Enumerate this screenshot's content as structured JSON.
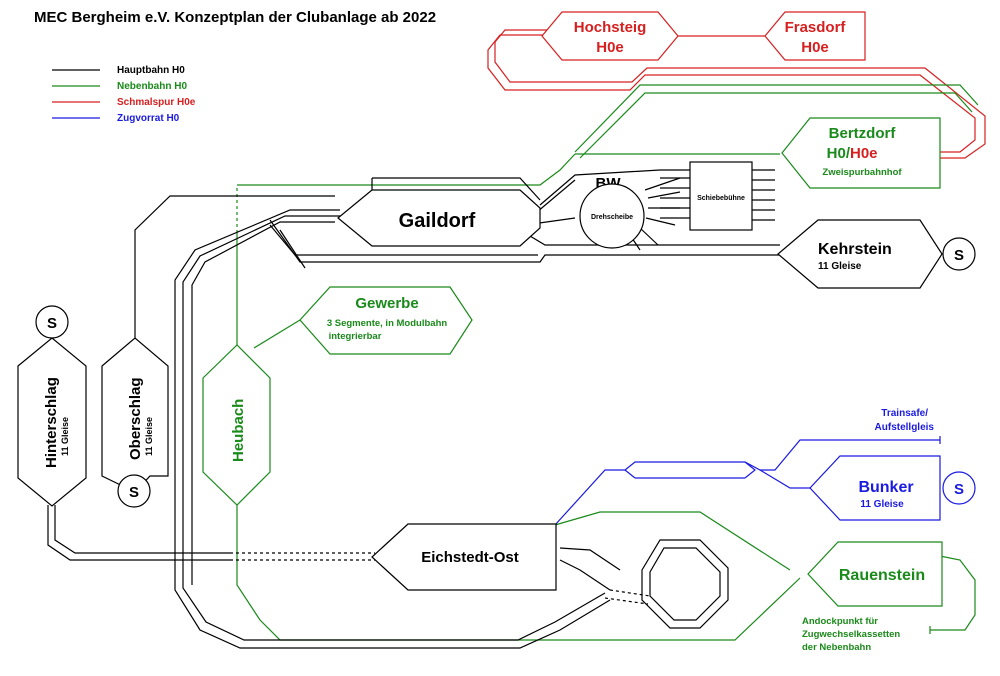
{
  "title": "MEC Bergheim e.V. Konzeptplan der Clubanlage ab 2022",
  "colors": {
    "main": "#000000",
    "branch": "#1a8a1a",
    "narrow": "#d62020",
    "storage": "#1a1ae0"
  },
  "legend": [
    {
      "label": "Hauptbahn H0",
      "color": "#000000"
    },
    {
      "label": "Nebenbahn H0",
      "color": "#1a8a1a"
    },
    {
      "label": "Schmalspur H0e",
      "color": "#d62020"
    },
    {
      "label": "Zugvorrat H0",
      "color": "#1a1ae0"
    }
  ],
  "stations": {
    "hochsteig": {
      "line1": "Hochsteig",
      "line2": "H0e"
    },
    "frasdorf": {
      "line1": "Frasdorf",
      "line2": "H0e"
    },
    "bertzdorf": {
      "line1": "Bertzdorf",
      "h0": "H0/",
      "h0e": "H0e",
      "sub": "Zweispurbahnhof"
    },
    "gaildorf": {
      "name": "Gaildorf"
    },
    "bw": {
      "name": "BW",
      "turntable": "Drehscheibe",
      "transfer": "Schiebebühne"
    },
    "kehrstein": {
      "name": "Kehrstein",
      "tracks": "11 Gleise"
    },
    "gewerbe": {
      "name": "Gewerbe",
      "line1": "3 Segmente, in Modulbahn",
      "line2": "integrierbar"
    },
    "hinterschlag": {
      "name": "Hinterschlag",
      "tracks": "11 Gleise"
    },
    "oberschlag": {
      "name": "Oberschlag",
      "tracks": "11 Gleise"
    },
    "heubach": {
      "name": "Heubach"
    },
    "eichstedt": {
      "name": "Eichstedt-Ost"
    },
    "bunker": {
      "name": "Bunker",
      "tracks": "11 Gleise"
    },
    "rauenstein": {
      "name": "Rauenstein"
    },
    "trainsafe": {
      "line1": "Trainsafe/",
      "line2": "Aufstellgleis"
    },
    "andock": {
      "line1": "Andockpunkt für",
      "line2": "Zugwechselkassetten",
      "line3": "der Nebenbahn"
    },
    "s_marker": "S"
  }
}
